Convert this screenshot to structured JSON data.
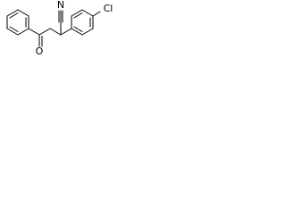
{
  "structure": {
    "atoms": {
      "nitrogen": "N",
      "oxygen": "O",
      "chlorine": "Cl"
    }
  }
}
